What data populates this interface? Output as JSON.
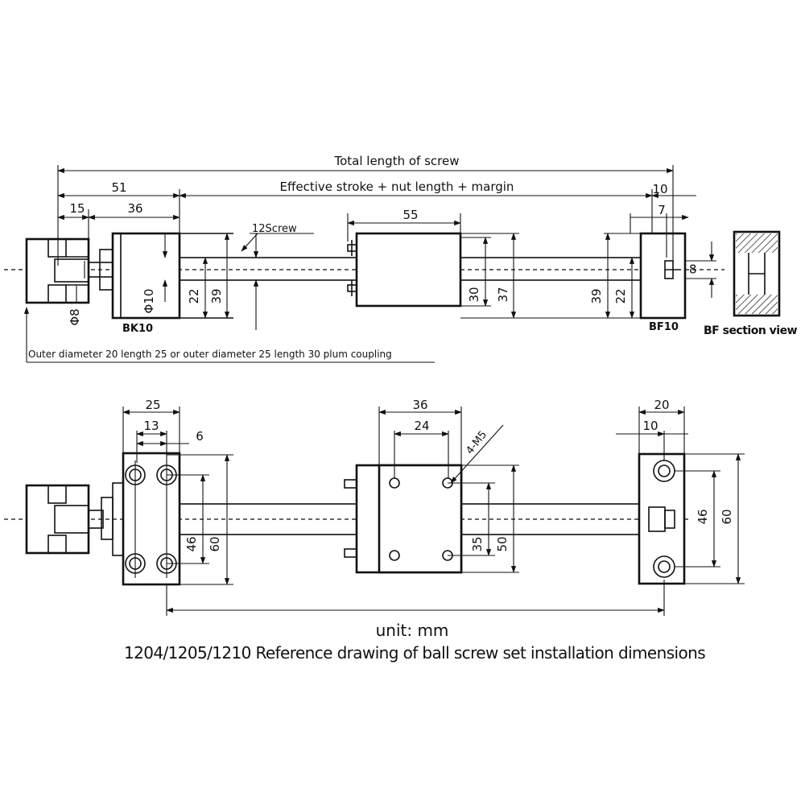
{
  "top_view": {
    "total_length": "Total length of screw",
    "effective": "Effective stroke + nut length + margin",
    "screw_label": "12Screw",
    "dim_51": "51",
    "dim_15": "15",
    "dim_36": "36",
    "dim_55": "55",
    "dim_10": "10",
    "dim_7": "7",
    "dim_8": "8",
    "dim_phi8": "Φ8",
    "dim_phi10": "Φ10",
    "dim_22_left": "22",
    "dim_39_left": "39",
    "dim_30": "30",
    "dim_37": "37",
    "dim_39_right": "39",
    "dim_22_right": "22",
    "bk_label": "BK10",
    "bf_label": "BF10",
    "bf_section": "BF section view",
    "coupling_note": "Outer diameter 20 length 25 or outer diameter 25 length 30 plum coupling"
  },
  "front_view": {
    "dim_25": "25",
    "dim_13": "13",
    "dim_6": "6",
    "dim_46_left": "46",
    "dim_60_left": "60",
    "dim_36": "36",
    "dim_24": "24",
    "thread_label": "4-M5",
    "dim_35": "35",
    "dim_50": "50",
    "dim_20": "20",
    "dim_10": "10",
    "dim_46_right": "46",
    "dim_60_right": "60"
  },
  "footer": {
    "unit": "unit:  mm",
    "caption": "1204/1205/1210 Reference drawing of ball screw set installation dimensions"
  }
}
